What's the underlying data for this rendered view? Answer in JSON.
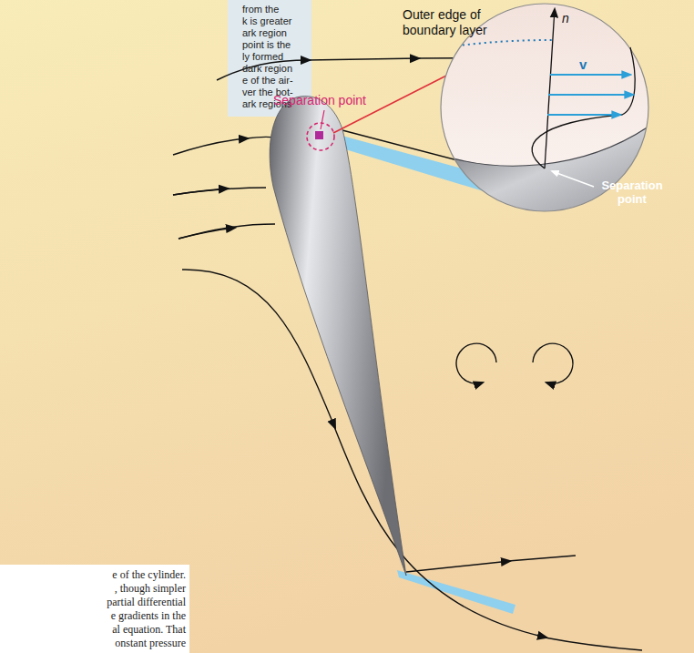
{
  "diagram": {
    "labels": [
      "from the",
      "k is greater",
      "ark region",
      "point is the",
      "ly formed",
      "dark region",
      "e of the air-",
      "ver the bot-",
      "ark regions",
      "Outer edge of boundary layer",
      "n",
      "v",
      "Separation point",
      "Separation point",
      "e of the cylinder.",
      ", though simpler",
      "partial differential",
      "e gradients in the",
      "al equation. That",
      "onstant pressure"
    ]
  }
}
